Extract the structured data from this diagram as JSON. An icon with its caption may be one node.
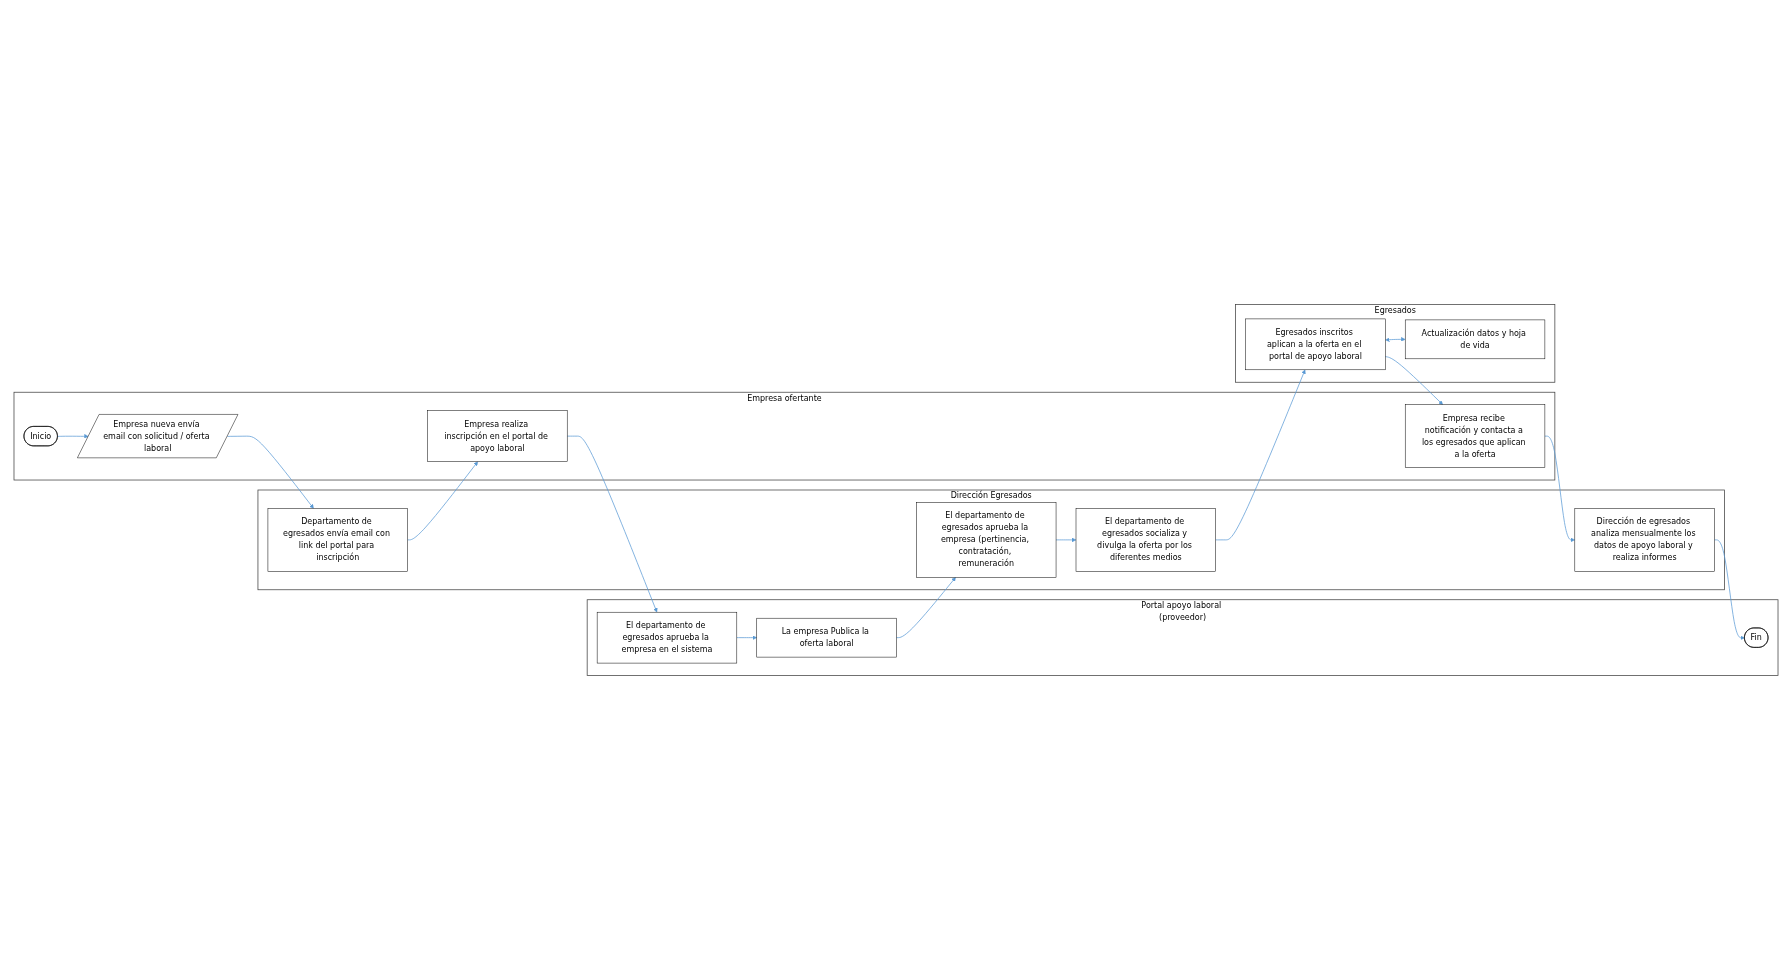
{
  "diagram": {
    "nodes": [
      {
        "text": [
          "Empresa ofertante"
        ]
      },
      {
        "text": [
          "Dirección Egresados"
        ]
      },
      {
        "text": [
          "Portal apoyo laboral (proveedor)"
        ]
      },
      {
        "text": [
          "Egresados"
        ]
      },
      {
        "text": [
          "Inicio"
        ],
        "in": 0
      },
      {
        "text": [
          "Empresa nueva envía email con solicitud / oferta laboral"
        ],
        "in": 0
      },
      {
        "text": [
          "Departamento de egresados envía email con link del portal para inscripción"
        ],
        "in": 1
      },
      {
        "text": [
          "El departamento de egresados aprueba la empresa en el sistema"
        ],
        "in": 2
      },
      {
        "text": [
          "Empresa realiza inscripción en el portal de apoyo laboral"
        ],
        "in": 0
      },
      {
        "text": [
          "La empresa Publica la oferta laboral"
        ],
        "in": 2
      },
      {
        "text": [
          "El departamento de egresados aprueba la empresa (pertinencia, contratación, remuneración"
        ],
        "in": 1
      },
      {
        "text": [
          "Egresados inscritos aplican a la oferta en el portal de apoyo laboral"
        ],
        "in": 3
      },
      {
        "text": [
          "El departamento de egresados socializa y divulga la oferta por los diferentes medios"
        ],
        "in": 1
      },
      {
        "text": [
          "Empresa recibe notificación y contacta a los egresados que aplican a la oferta"
        ],
        "in": 0
      },
      {
        "text": [
          "Actualización datos y hoja de vida"
        ],
        "in": 3
      },
      {
        "text": [
          "Dirección de egresados analiza mensualmente los datos de apoyo laboral y realiza informes"
        ],
        "in": 1
      },
      {
        "text": [
          "Fin"
        ],
        "in": 2
      }
    ],
    "edges": [
      {
        "from": 4,
        "to": 5,
        "arrow": "to"
      },
      {
        "from": 5,
        "to": 6,
        "arrow": "to"
      },
      {
        "from": 6,
        "to": 8,
        "arrow": "to"
      },
      {
        "from": 8,
        "to": 7,
        "arrow": "to"
      },
      {
        "from": 7,
        "to": 9,
        "arrow": "to"
      },
      {
        "from": 9,
        "to": 10,
        "arrow": "to"
      },
      {
        "from": 10,
        "to": 12,
        "arrow": "to"
      },
      {
        "from": 12,
        "to": 11,
        "arrow": "to"
      },
      {
        "from": 11,
        "to": 13,
        "arrow": "to"
      },
      {
        "from": 11,
        "to": 14,
        "arrow": "both"
      },
      {
        "from": 13,
        "to": 15,
        "arrow": "to"
      },
      {
        "from": 15,
        "to": 16,
        "arrow": "to"
      }
    ]
  }
}
